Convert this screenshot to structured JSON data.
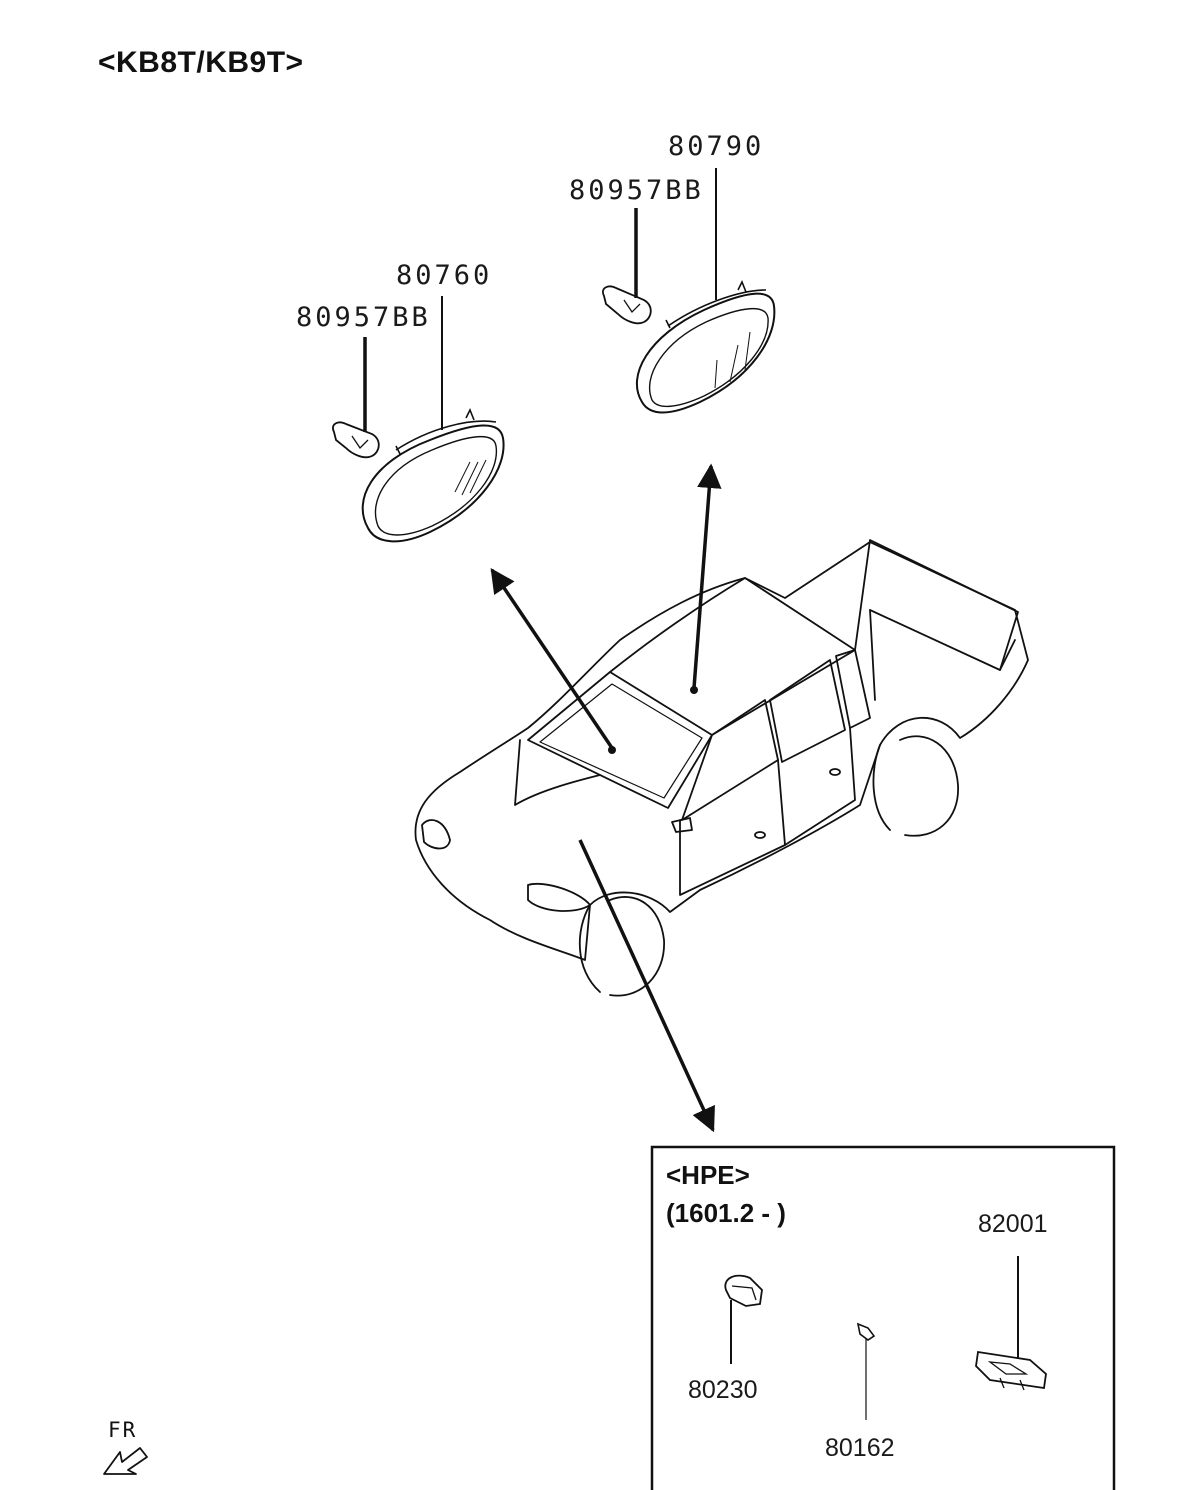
{
  "title": "<KB8T/KB9T>",
  "callouts": {
    "lamp_left": "80760",
    "bulb_left": "80957BB",
    "lamp_right": "80790",
    "bulb_right": "80957BB"
  },
  "inset": {
    "variant": "<HPE>",
    "range": "(1601.2 - )",
    "parts": {
      "bracket": "82001",
      "clip": "80230",
      "screw": "80162"
    }
  },
  "direction_label": "FR",
  "colors": {
    "line": "#111111",
    "background": "#ffffff"
  }
}
